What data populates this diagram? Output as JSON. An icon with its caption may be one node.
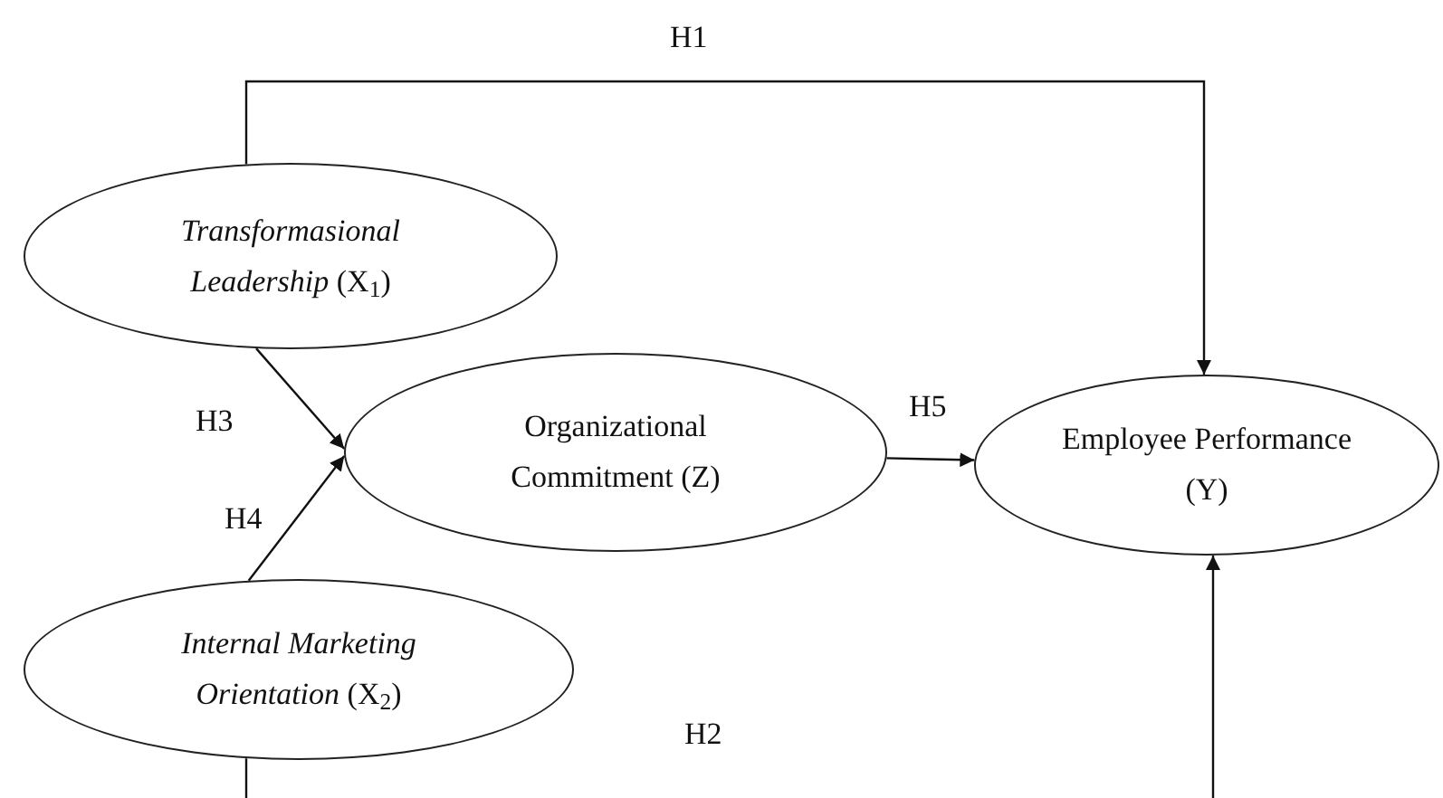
{
  "diagram": {
    "nodes": [
      {
        "text": [
          "*Transformasional Leadership* (X$_{1}$)"
        ]
      },
      {
        "text": [
          "Organizational Commitment (Z)"
        ]
      },
      {
        "text": [
          "Employee Performance (Y)"
        ]
      },
      {
        "text": [
          "*Internal Marketing Orientation* (X$_{2}$)"
        ]
      }
    ],
    "edges": [
      {
        "from": 0,
        "to": 2,
        "arrow": "to",
        "label": "H1"
      },
      {
        "from": 3,
        "to": 2,
        "arrow": "to",
        "label": "H2"
      },
      {
        "from": 0,
        "to": 1,
        "arrow": "to",
        "label": "H3"
      },
      {
        "from": 3,
        "to": 1,
        "arrow": "to",
        "label": "H4"
      },
      {
        "from": 1,
        "to": 2,
        "arrow": "to",
        "label": "H5"
      }
    ]
  }
}
